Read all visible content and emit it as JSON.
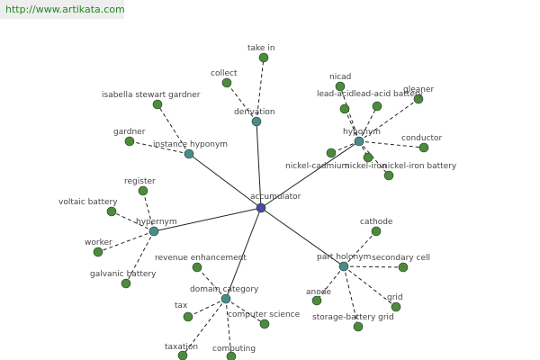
{
  "watermark": "http://www.artikata.com",
  "colors": {
    "center_node": "#4a4a9e",
    "relation_node": "#4a8c8c",
    "leaf_node": "#4e8a3c",
    "edge": "#222222",
    "label": "#444444"
  },
  "graph": {
    "center": {
      "id": "accumulator",
      "label": "accumulator"
    },
    "relations": [
      {
        "id": "derivation",
        "label": "derivation",
        "leaves": [
          {
            "id": "take-in",
            "label": "take in"
          },
          {
            "id": "collect",
            "label": "collect"
          }
        ]
      },
      {
        "id": "instance-hyponym",
        "label": "instance hyponym",
        "leaves": [
          {
            "id": "isabella-stewart-gardner",
            "label": "isabella stewart gardner"
          },
          {
            "id": "gardner",
            "label": "gardner"
          }
        ]
      },
      {
        "id": "hyponym",
        "label": "hyponym",
        "leaves": [
          {
            "id": "nicad",
            "label": "nicad"
          },
          {
            "id": "lead-acid",
            "label": "lead-acid"
          },
          {
            "id": "lead-acid-battery",
            "label": "lead-acid battery"
          },
          {
            "id": "gleaner",
            "label": "gleaner"
          },
          {
            "id": "conductor",
            "label": "conductor"
          },
          {
            "id": "nickel-cadmium",
            "label": "nickel-cadmium"
          },
          {
            "id": "nickel-iron",
            "label": "nickel-iron"
          },
          {
            "id": "nickel-iron-battery",
            "label": "nickel-iron battery"
          }
        ]
      },
      {
        "id": "hypernym",
        "label": "hypernym",
        "leaves": [
          {
            "id": "register",
            "label": "register"
          },
          {
            "id": "voltaic-battery",
            "label": "voltaic battery"
          },
          {
            "id": "worker",
            "label": "worker"
          },
          {
            "id": "galvanic-battery",
            "label": "galvanic battery"
          }
        ]
      },
      {
        "id": "domain-category",
        "label": "domain category",
        "leaves": [
          {
            "id": "revenue-enhancement",
            "label": "revenue enhancement"
          },
          {
            "id": "tax",
            "label": "tax"
          },
          {
            "id": "computer-science",
            "label": "computer science"
          },
          {
            "id": "taxation",
            "label": "taxation"
          },
          {
            "id": "computing",
            "label": "computing"
          }
        ]
      },
      {
        "id": "part-holonym",
        "label": "part holonym",
        "leaves": [
          {
            "id": "cathode",
            "label": "cathode"
          },
          {
            "id": "secondary-cell",
            "label": "secondary cell"
          },
          {
            "id": "anode",
            "label": "anode"
          },
          {
            "id": "grid",
            "label": "grid"
          },
          {
            "id": "storage-battery-grid",
            "label": "storage-battery grid"
          }
        ]
      }
    ]
  }
}
